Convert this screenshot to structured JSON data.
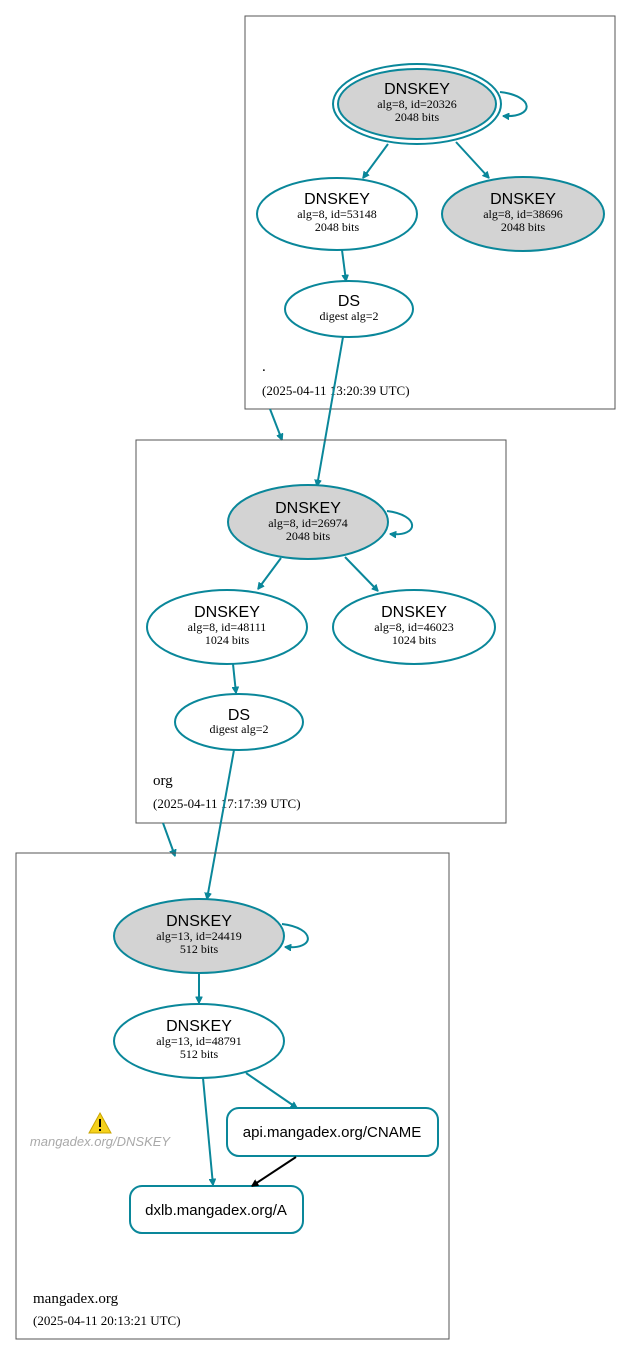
{
  "zones": [
    {
      "name": ".",
      "timestamp": "(2025-04-11 13:20:39 UTC)",
      "nodes": [
        {
          "type": "DNSKEY",
          "line1": "alg=8, id=20326",
          "line2": "2048 bits",
          "ksk": true,
          "trust_anchor": true
        },
        {
          "type": "DNSKEY",
          "line1": "alg=8, id=53148",
          "line2": "2048 bits",
          "ksk": false
        },
        {
          "type": "DNSKEY",
          "line1": "alg=8, id=38696",
          "line2": "2048 bits",
          "ksk": true
        },
        {
          "type": "DS",
          "line1": "digest alg=2"
        }
      ]
    },
    {
      "name": "org",
      "timestamp": "(2025-04-11 17:17:39 UTC)",
      "nodes": [
        {
          "type": "DNSKEY",
          "line1": "alg=8, id=26974",
          "line2": "2048 bits",
          "ksk": true
        },
        {
          "type": "DNSKEY",
          "line1": "alg=8, id=48111",
          "line2": "1024 bits",
          "ksk": false
        },
        {
          "type": "DNSKEY",
          "line1": "alg=8, id=46023",
          "line2": "1024 bits",
          "ksk": false
        },
        {
          "type": "DS",
          "line1": "digest alg=2"
        }
      ]
    },
    {
      "name": "mangadex.org",
      "timestamp": "(2025-04-11 20:13:21 UTC)",
      "nodes": [
        {
          "type": "DNSKEY",
          "line1": "alg=13, id=24419",
          "line2": "512 bits",
          "ksk": true
        },
        {
          "type": "DNSKEY",
          "line1": "alg=13, id=48791",
          "line2": "512 bits",
          "ksk": false
        }
      ],
      "records": [
        "api.mangadex.org/CNAME",
        "dxlb.mangadex.org/A"
      ],
      "warning": {
        "label": "mangadex.org/DNSKEY",
        "icon": "warning-icon"
      }
    }
  ],
  "colors": {
    "edge": "#0a879a",
    "ksk_fill": "#d3d3d3",
    "box_stroke": "#555555",
    "warning_yellow": "#f5d11b",
    "warning_label": "#a9a9a9"
  }
}
